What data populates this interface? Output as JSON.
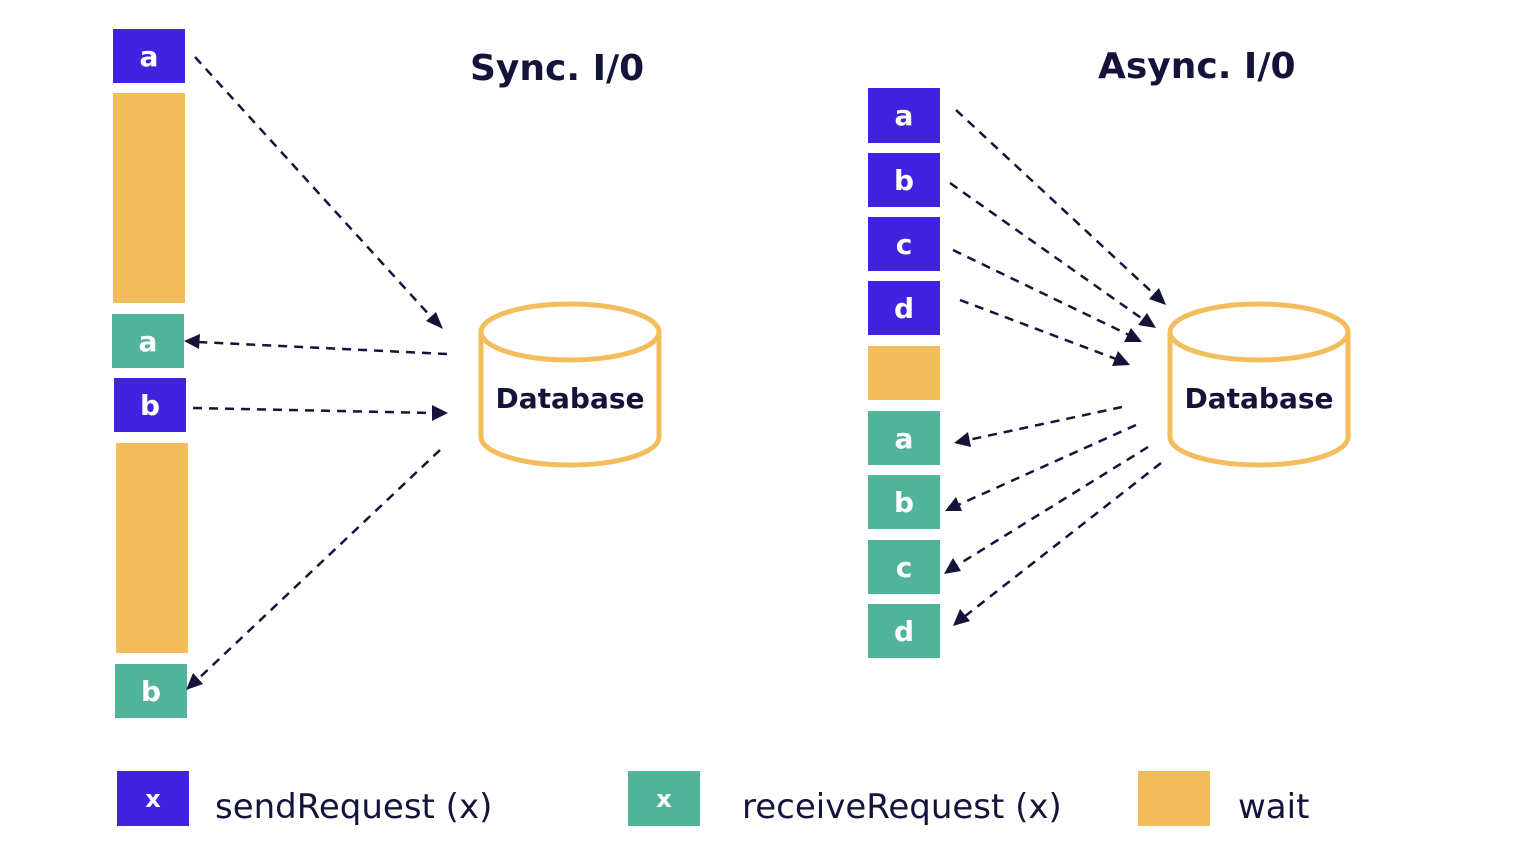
{
  "sync": {
    "title": "Sync. I/0",
    "database_label": "Database",
    "blocks": [
      {
        "kind": "send",
        "label": "a"
      },
      {
        "kind": "wait",
        "label": ""
      },
      {
        "kind": "recv",
        "label": "a"
      },
      {
        "kind": "send",
        "label": "b"
      },
      {
        "kind": "wait",
        "label": ""
      },
      {
        "kind": "recv",
        "label": "b"
      }
    ]
  },
  "async": {
    "title": "Async. I/0",
    "database_label": "Database",
    "blocks": [
      {
        "kind": "send",
        "label": "a"
      },
      {
        "kind": "send",
        "label": "b"
      },
      {
        "kind": "send",
        "label": "c"
      },
      {
        "kind": "send",
        "label": "d"
      },
      {
        "kind": "wait",
        "label": ""
      },
      {
        "kind": "recv",
        "label": "a"
      },
      {
        "kind": "recv",
        "label": "b"
      },
      {
        "kind": "recv",
        "label": "c"
      },
      {
        "kind": "recv",
        "label": "d"
      }
    ]
  },
  "legend": {
    "send_swatch": "x",
    "send_label": "sendRequest (x)",
    "recv_swatch": "x",
    "recv_label": "receiveRequest (x)",
    "wait_label": "wait"
  },
  "colors": {
    "send": "#4022e0",
    "receive": "#52b39b",
    "wait": "#f3bd5c",
    "arrow": "#14143a",
    "database": "#f3bd5c"
  }
}
